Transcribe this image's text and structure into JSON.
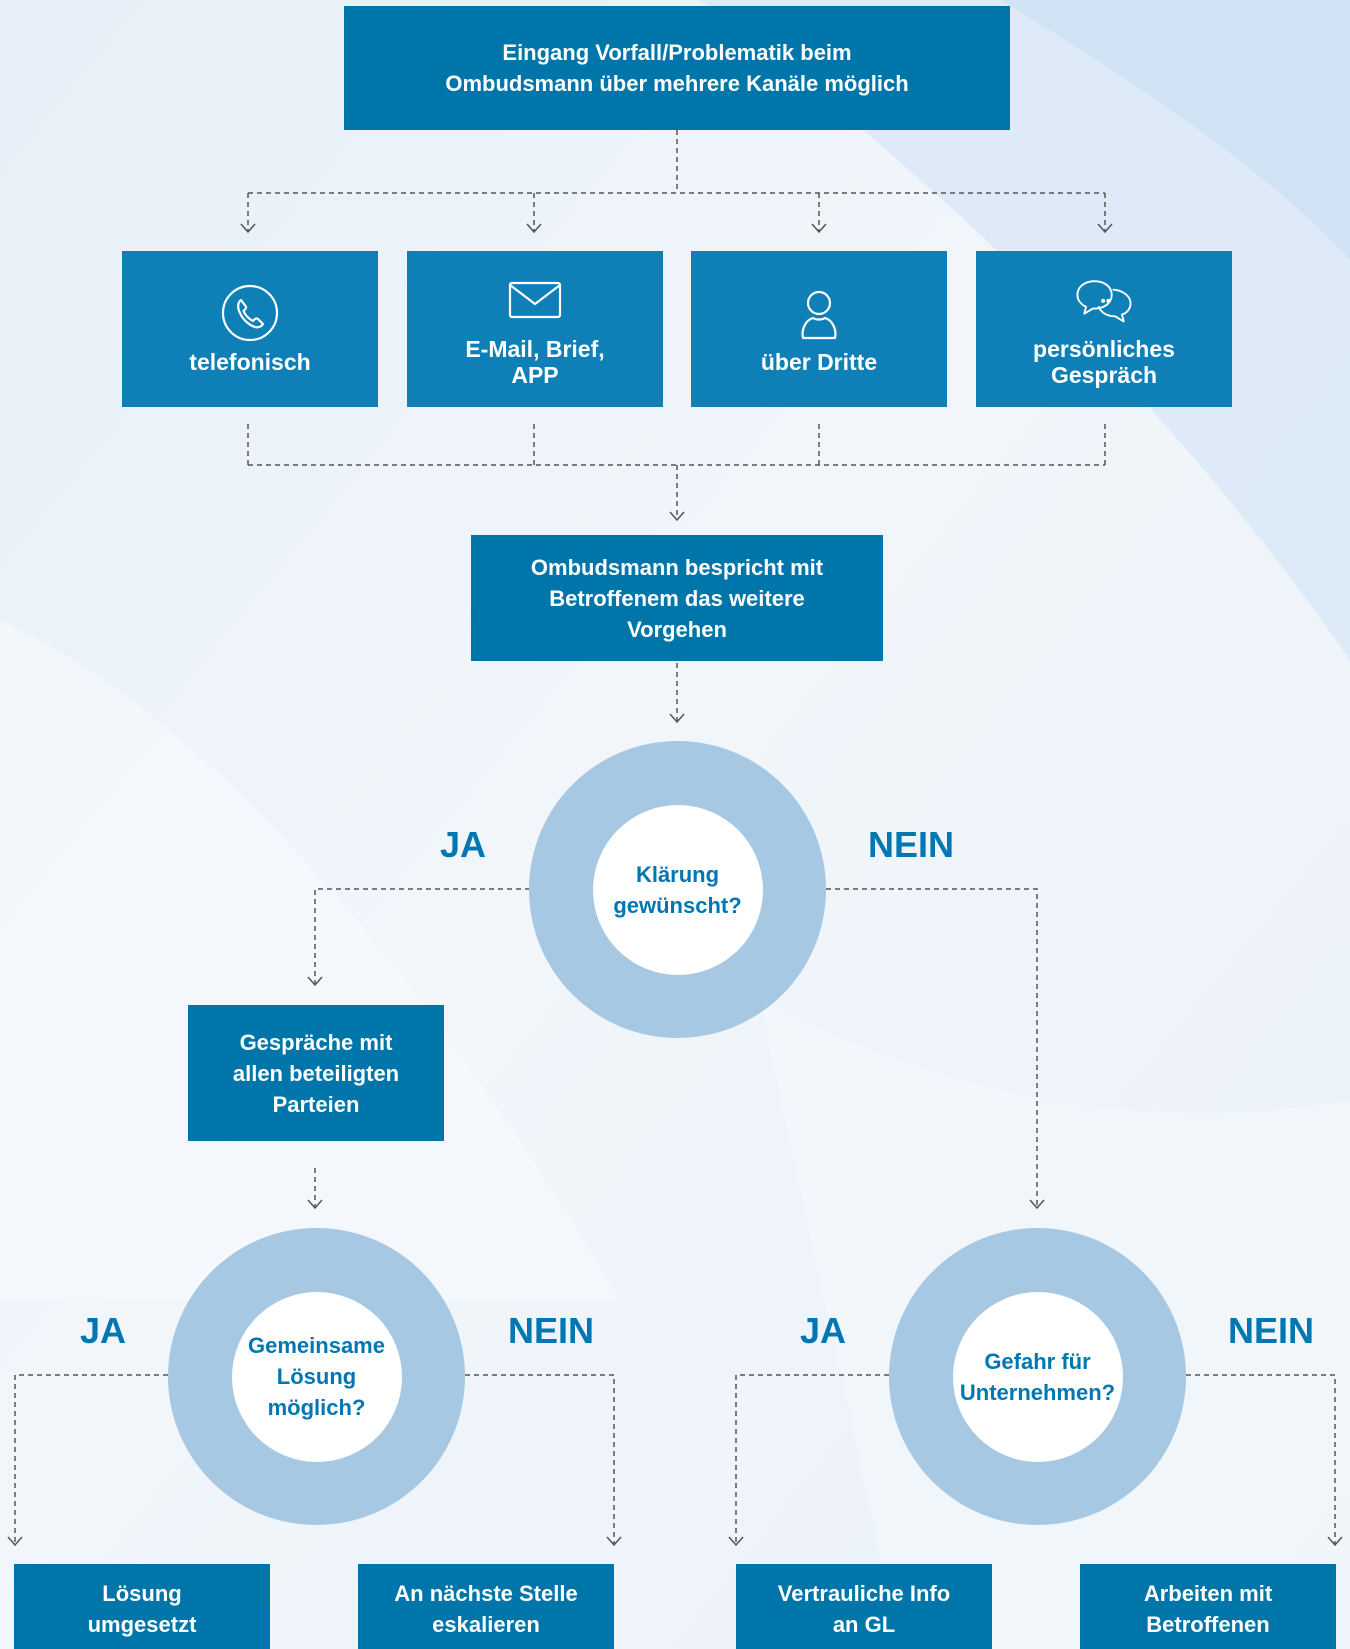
{
  "top": {
    "text": "Eingang Vorfall/Problematik beim\nOmbudsmann über mehrere Kanäle möglich"
  },
  "channels": [
    {
      "label": "telefonisch",
      "icon": "phone-icon"
    },
    {
      "label": "E-Mail, Brief,\nAPP",
      "icon": "envelope-icon"
    },
    {
      "label": "über Dritte",
      "icon": "person-icon"
    },
    {
      "label": "persönliches\nGespräch",
      "icon": "chat-bubbles-icon"
    }
  ],
  "discuss": {
    "text": "Ombudsmann bespricht mit\nBetroffenem das weitere\nVorgehen"
  },
  "decision1": {
    "text": "Klärung\ngewünscht?",
    "yes": "JA",
    "no": "NEIN"
  },
  "talks": {
    "text": "Gespräche mit\nallen beteiligten\nParteien"
  },
  "decision2": {
    "text": "Gemeinsame\nLösung\nmöglich?",
    "yes": "JA",
    "no": "NEIN"
  },
  "decision3": {
    "text": "Gefahr für\nUnternehmen?",
    "yes": "JA",
    "no": "NEIN"
  },
  "outcomes": [
    {
      "text": "Lösung\numgesetzt"
    },
    {
      "text": "An nächste Stelle\neskalieren"
    },
    {
      "text": "Vertrauliche Info\nan GL"
    },
    {
      "text": "Arbeiten mit\nBetroffenen"
    }
  ],
  "colors": {
    "box": "#0075a9",
    "channel_box": "#0f80b7",
    "decision_ring": "#a6c8e3",
    "label_text": "#0077b3",
    "connector": "#555555"
  }
}
